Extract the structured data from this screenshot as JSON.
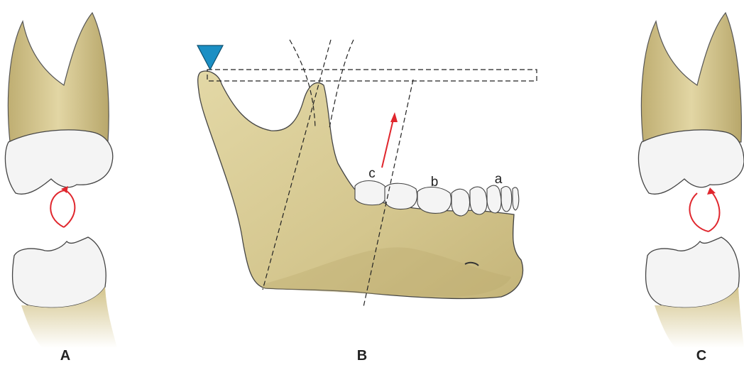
{
  "figure": {
    "panels": [
      {
        "id": "A",
        "label": "A"
      },
      {
        "id": "B",
        "label": "B"
      },
      {
        "id": "C",
        "label": "C"
      }
    ],
    "tooth_labels": [
      "a",
      "b",
      "c"
    ],
    "colors": {
      "bone": "#d8cc96",
      "bone_shade": "#b9aa6e",
      "enamel": "#f4f4f4",
      "outline": "#3a3a3a",
      "arrow": "#e0262d",
      "marker": "#1b8fc4"
    },
    "icons": [
      "reference-marker-triangle-icon",
      "movement-arrow-icon"
    ]
  }
}
